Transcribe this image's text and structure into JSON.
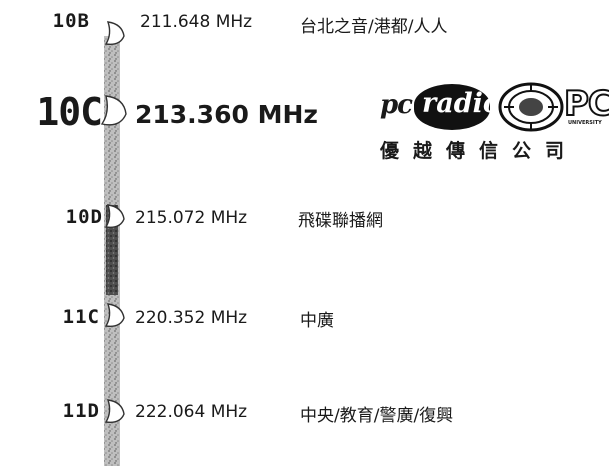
{
  "channels": [
    {
      "block": "10B",
      "frequency": "211.648 MHz",
      "station": "台北之音/港都/人人"
    },
    {
      "block": "10C",
      "frequency": "213.360 MHz",
      "station": ""
    },
    {
      "block": "10D",
      "frequency": "215.072 MHz",
      "station": "飛碟聯播網"
    },
    {
      "block": "11C",
      "frequency": "220.352 MHz",
      "station": "中廣"
    },
    {
      "block": "11D",
      "frequency": "222.064 MHz",
      "station": "中央/教育/警廣/復興"
    }
  ],
  "logos": {
    "pc_text": "pc",
    "radio_text": "radio",
    "pc_right_text": "PC",
    "university_text": "UNIVERSITY",
    "company_name": "優越傳信公司"
  }
}
